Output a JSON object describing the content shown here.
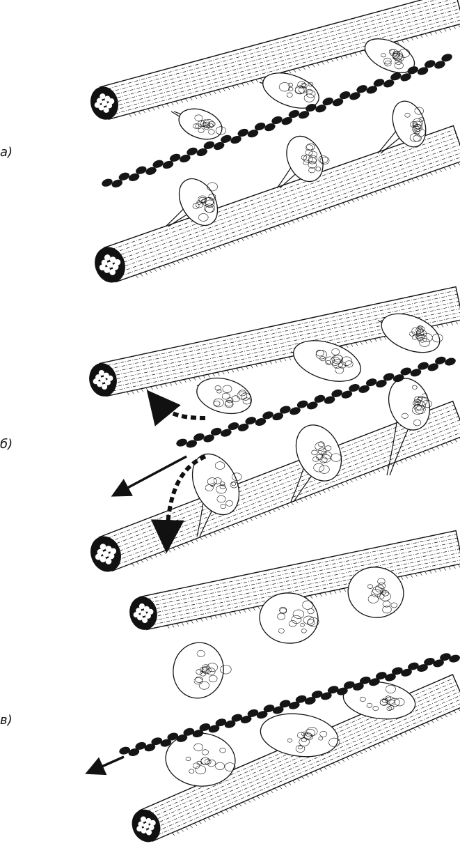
{
  "panels": [
    {
      "label": "а)"
    },
    {
      "label": "б)"
    },
    {
      "label": "в)"
    }
  ],
  "colors": {
    "stroke": "#111111",
    "chain": "#151515",
    "background": "#ffffff",
    "end_cap": "#111111"
  }
}
